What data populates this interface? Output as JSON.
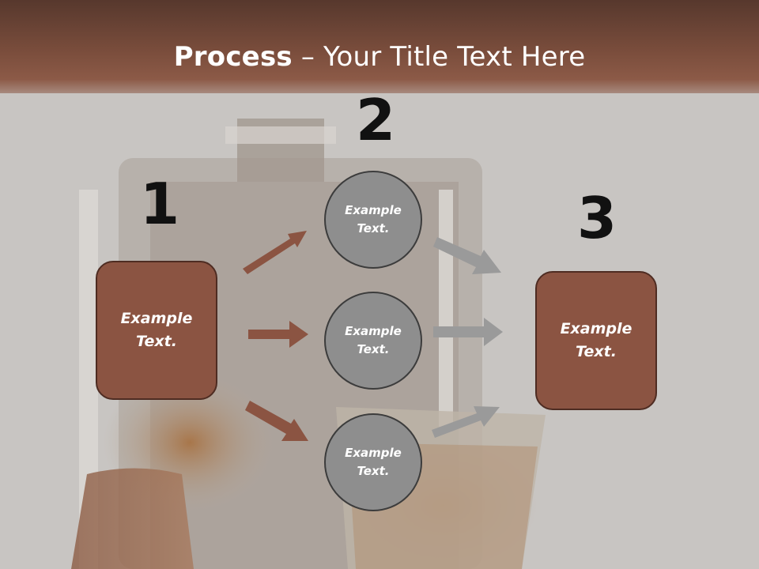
{
  "title": {
    "bold": "Process",
    "rest": " – Your Title Text Here"
  },
  "steps": [
    {
      "number": "1",
      "box_text_line1": "Example",
      "box_text_line2": "Text."
    },
    {
      "number": "2"
    },
    {
      "number": "3",
      "box_text_line1": "Example",
      "box_text_line2": "Text."
    }
  ],
  "circles": [
    {
      "line1": "Example",
      "line2": "Text."
    },
    {
      "line1": "Example",
      "line2": "Text."
    },
    {
      "line1": "Example",
      "line2": "Text."
    }
  ],
  "colors": {
    "header": "#7a4d3c",
    "box_fill": "#8b5442",
    "circle_fill": "#8e8e8e",
    "arrow_brown": "#8b5442",
    "arrow_gray": "#9a9a9a"
  }
}
